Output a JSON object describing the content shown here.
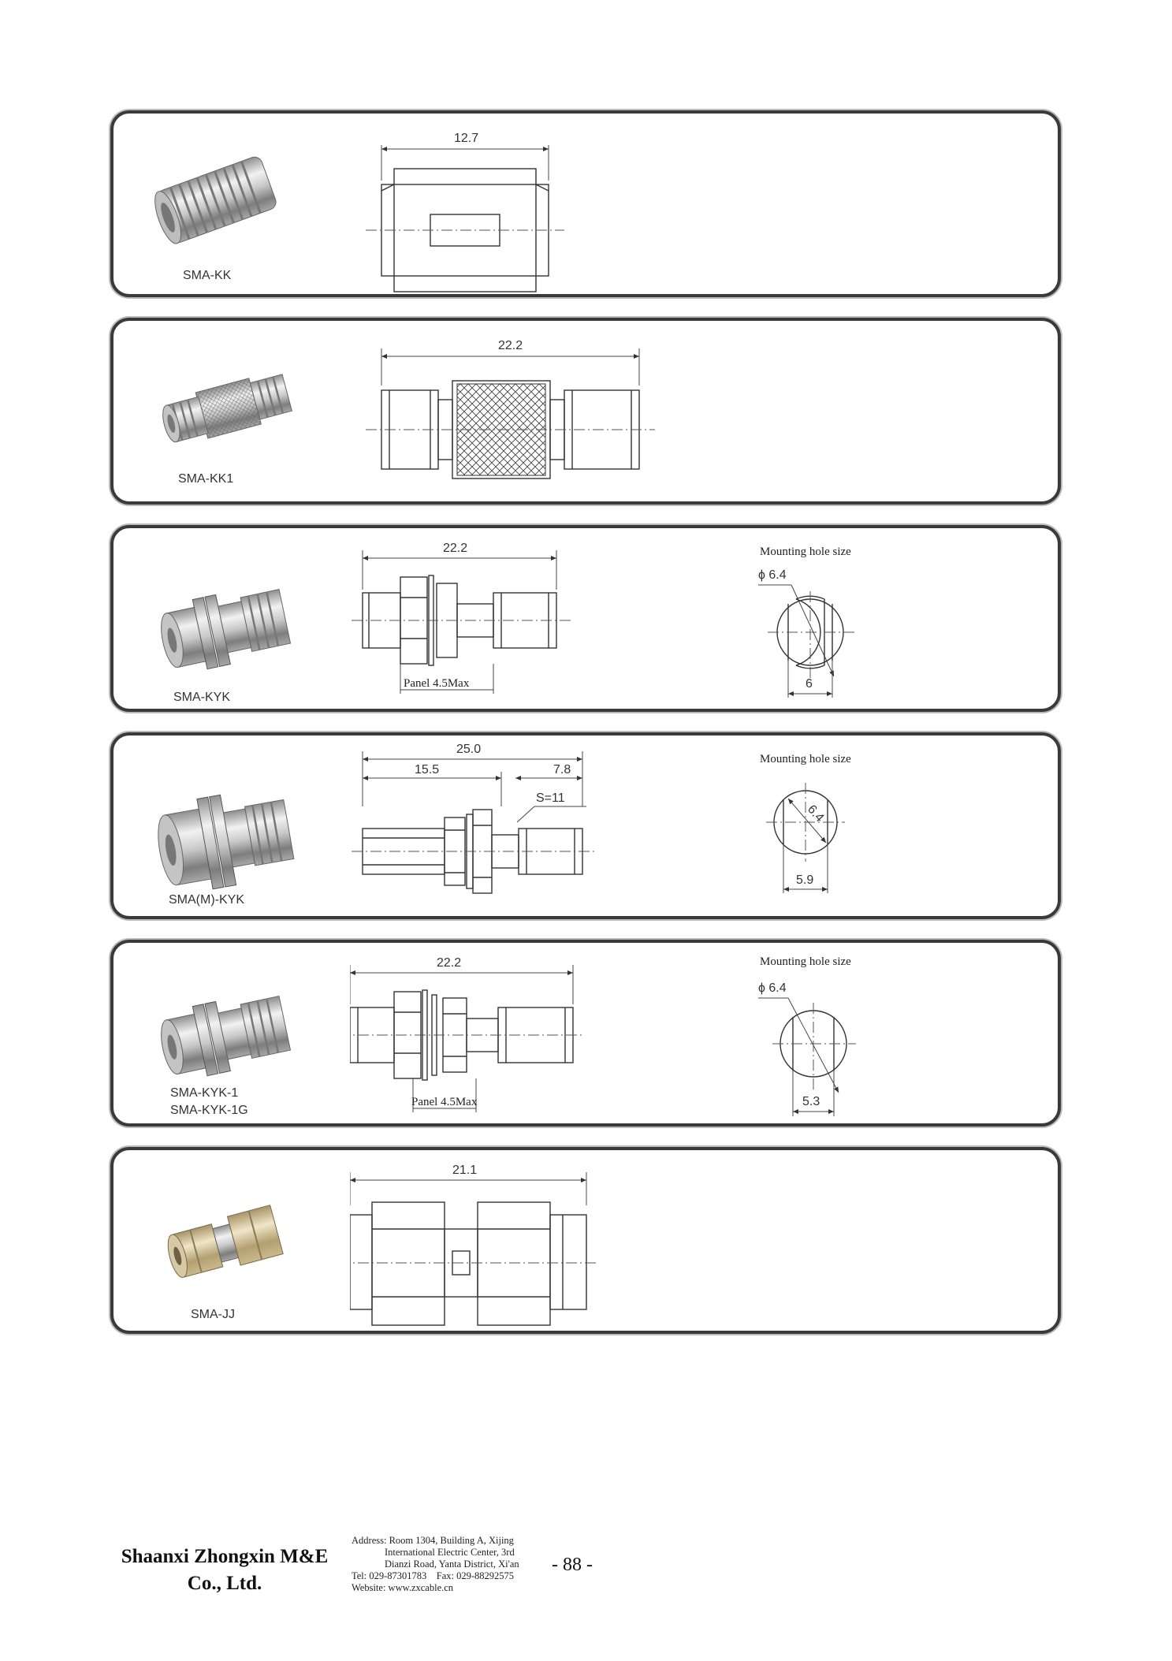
{
  "products": [
    {
      "model": "SMA-KK",
      "length": "12.7"
    },
    {
      "model": "SMA-KK1",
      "length": "22.2"
    },
    {
      "model": "SMA-KYK",
      "length": "22.2",
      "panel_note": "Panel 4.5Max",
      "mounting": {
        "title": "Mounting hole size",
        "diameter": "ϕ 6.4",
        "flat": "6"
      }
    },
    {
      "model": "SMA(M)-KYK",
      "length": "25.0",
      "dim_a": "15.5",
      "dim_b": "7.8",
      "hex": "S=11",
      "mounting": {
        "title": "Mounting hole size",
        "diameter": "6.4",
        "flat": "5.9"
      }
    },
    {
      "model": "SMA-KYK-1",
      "model2": "SMA-KYK-1G",
      "length": "22.2",
      "panel_note": "Panel 4.5Max",
      "mounting": {
        "title": "Mounting hole size",
        "diameter": "ϕ 6.4",
        "flat": "5.3"
      }
    },
    {
      "model": "SMA-JJ",
      "length": "21.1"
    }
  ],
  "footer": {
    "company_line1": "Shaanxi Zhongxin M&E",
    "company_line2": "Co., Ltd.",
    "address_1": "Address: Room 1304, Building A, Xijing",
    "address_2": "International Electric Center, 3rd",
    "address_3": "Dianzi Road, Yanta District, Xi'an",
    "tel": "Tel: 029-87301783",
    "fax": "Fax: 029-88292575",
    "website": "Website: www.zxcable.cn",
    "page_number": "- 88 -"
  },
  "colors": {
    "line": "#333333",
    "panel_border": "#3a3a3a",
    "metal_light": "#e6e6e6",
    "metal_dark": "#8a8a8a",
    "brass": "#c9b48a"
  }
}
